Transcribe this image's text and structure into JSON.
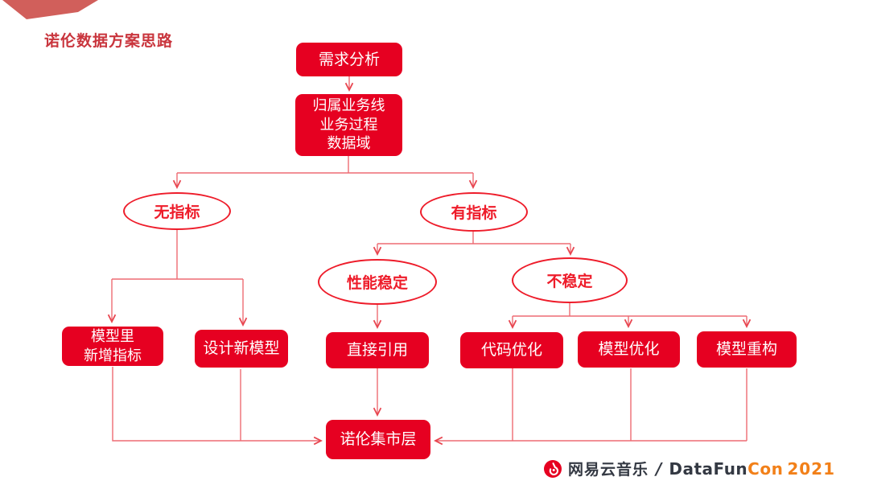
{
  "title": "诺伦数据方案思路",
  "colors": {
    "node_red": "#e60021",
    "outline_red": "#ee1c2a",
    "connector_red": "#ee6b73",
    "title_red": "#c9353d",
    "ribbon_salmon": "#d15f5b",
    "footer_dark": "#343943",
    "footer_orange": "#f28019"
  },
  "diagram": {
    "nodes": {
      "demand_analysis": {
        "label": "需求分析",
        "type": "process"
      },
      "attribution": {
        "lines": [
          "归属业务线",
          "业务过程",
          "数据域"
        ],
        "type": "process"
      },
      "no_metric": {
        "label": "无指标",
        "type": "decision"
      },
      "has_metric": {
        "label": "有指标",
        "type": "decision"
      },
      "perf_stable": {
        "label": "性能稳定",
        "type": "decision"
      },
      "unstable": {
        "label": "不稳定",
        "type": "decision"
      },
      "add_metric_in_model": {
        "lines": [
          "模型里",
          "新增指标"
        ],
        "type": "process"
      },
      "design_new_model": {
        "label": "设计新模型",
        "type": "process"
      },
      "direct_reference": {
        "label": "直接引用",
        "type": "process"
      },
      "code_optimization": {
        "label": "代码优化",
        "type": "process"
      },
      "model_optimization": {
        "label": "模型优化",
        "type": "process"
      },
      "model_rebuild": {
        "label": "模型重构",
        "type": "process"
      },
      "market_layer": {
        "label": "诺伦集市层",
        "type": "process"
      }
    },
    "edges": [
      {
        "from": "demand_analysis",
        "to": "attribution"
      },
      {
        "from": "attribution",
        "to": "no_metric"
      },
      {
        "from": "attribution",
        "to": "has_metric"
      },
      {
        "from": "no_metric",
        "to": "add_metric_in_model"
      },
      {
        "from": "no_metric",
        "to": "design_new_model"
      },
      {
        "from": "has_metric",
        "to": "perf_stable"
      },
      {
        "from": "has_metric",
        "to": "unstable"
      },
      {
        "from": "perf_stable",
        "to": "direct_reference"
      },
      {
        "from": "unstable",
        "to": "code_optimization"
      },
      {
        "from": "unstable",
        "to": "model_optimization"
      },
      {
        "from": "unstable",
        "to": "model_rebuild"
      },
      {
        "from": "add_metric_in_model",
        "to": "market_layer"
      },
      {
        "from": "design_new_model",
        "to": "market_layer"
      },
      {
        "from": "direct_reference",
        "to": "market_layer"
      },
      {
        "from": "code_optimization",
        "to": "market_layer"
      },
      {
        "from": "model_optimization",
        "to": "market_layer"
      },
      {
        "from": "model_rebuild",
        "to": "market_layer"
      }
    ]
  },
  "footer": {
    "icon": "netease-cloud-music-icon",
    "brand": "网易云音乐",
    "separator": "/",
    "logo_data": "DataFun",
    "logo_con": "Con",
    "logo_year": "2021"
  }
}
